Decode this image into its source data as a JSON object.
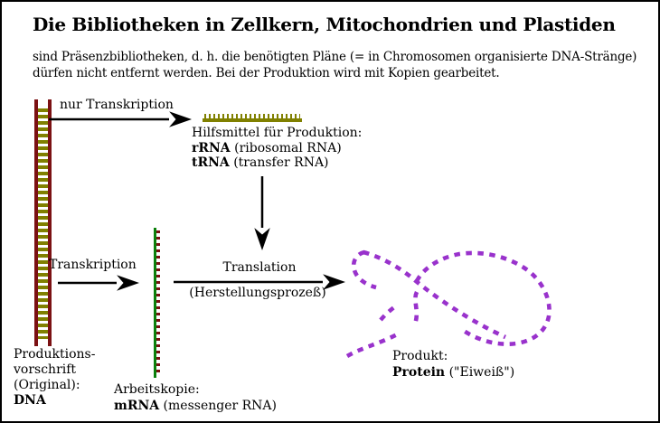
{
  "title": "Die Bibliotheken in Zellkern, Mitochondrien und Plastiden",
  "subtitle": {
    "line1": "sind Präsenzbibliotheken, d. h. die benötigten Pläne (= in Chromosomen organisierte DNA-Stränge)",
    "line2": "dürfen nicht entfernt werden. Bei der Produktion wird mit Kopien gearbeitet."
  },
  "arrows": {
    "nur_transkription": "nur Transkription",
    "transkription": "Transkription",
    "translation": "Translation",
    "translation_sub": "(Herstellungsprozeß)"
  },
  "helper": {
    "heading": "Hilfsmittel für Produktion:",
    "rrna_bold": "rRNA",
    "rrna_rest": " (ribosomal RNA)",
    "trna_bold": "tRNA",
    "trna_rest": " (transfer RNA)"
  },
  "dna_label": {
    "line1": "Produktions-",
    "line2": "vorschrift",
    "line3": "(Original):",
    "line4_bold": "DNA"
  },
  "mrna_label": {
    "line1": "Arbeitskopie:",
    "line2_bold": "mRNA",
    "line2_rest": " (messenger RNA)"
  },
  "product_label": {
    "line1": "Produkt:",
    "line2_bold": "Protein",
    "line2_rest": " (\"Eiweiß\")"
  },
  "colors": {
    "dna_rail": "#7B1113",
    "dna_rung_olive": "#808000",
    "rrna_olive": "#808000",
    "mrna_green": "#0B800B",
    "protein_purple": "#9932CC",
    "arrow_black": "#000000",
    "background": "#FFFFFF"
  }
}
